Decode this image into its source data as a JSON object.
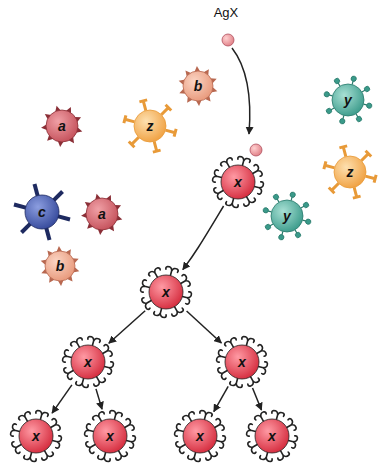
{
  "diagram": {
    "nodes": [
      {
        "text": [
          "b"
        ]
      },
      {
        "text": [
          "y"
        ]
      },
      {
        "text": [
          "a"
        ]
      },
      {
        "text": [
          "z"
        ]
      },
      {
        "text": [
          "z"
        ]
      },
      {
        "text": [
          "x"
        ]
      },
      {
        "text": [
          "c"
        ]
      },
      {
        "text": [
          "a"
        ]
      },
      {
        "text": [
          "y"
        ]
      },
      {
        "text": [
          "b"
        ]
      },
      {
        "text": [
          "x"
        ]
      },
      {
        "text": [
          "x"
        ]
      },
      {
        "text": [
          "x"
        ]
      },
      {
        "text": [
          "x"
        ]
      },
      {
        "text": [
          "x"
        ]
      },
      {
        "text": [
          "x"
        ]
      },
      {
        "text": [
          "x"
        ]
      }
    ],
    "edges": [
      {
        "from": 5,
        "to": 10,
        "arrow": "to"
      },
      {
        "from": 10,
        "to": 11,
        "arrow": "to"
      },
      {
        "from": 10,
        "to": 12,
        "arrow": "to"
      },
      {
        "from": 11,
        "to": 13,
        "arrow": "to"
      },
      {
        "from": 11,
        "to": 14,
        "arrow": "to"
      },
      {
        "from": 12,
        "to": 15,
        "arrow": "to"
      },
      {
        "from": 12,
        "to": 16,
        "arrow": "to"
      }
    ],
    "labels": [
      "AgX"
    ]
  }
}
